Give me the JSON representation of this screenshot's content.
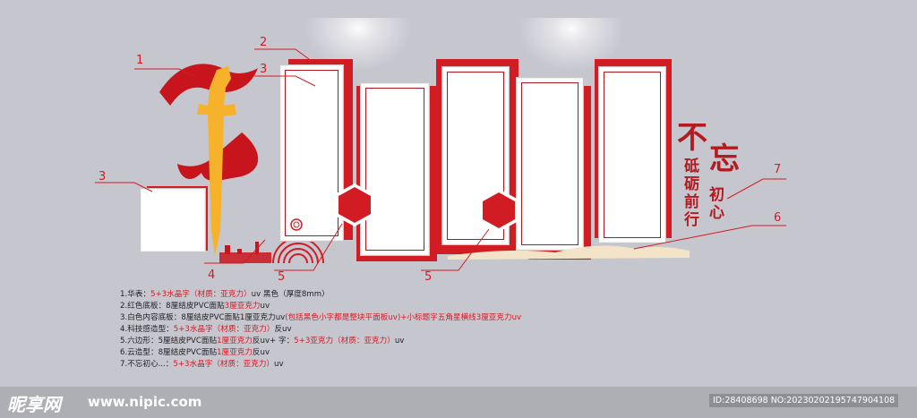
{
  "callouts": [
    "1",
    "2",
    "3",
    "3",
    "4",
    "5",
    "5",
    "6",
    "7"
  ],
  "slogan": {
    "big_top": "不",
    "big_side": "忘",
    "col_mid": "砥砺前行",
    "col_right": "初心"
  },
  "legend": [
    {
      "black": "1.华表：",
      "red": "5+3水晶字（材质：亚克力）",
      "tail": "uv 黑色（厚度8mm）"
    },
    {
      "black": "2.红色底板：8厘结皮PVC面贴",
      "red": "3厘亚克力",
      "tail": "uv"
    },
    {
      "black": "3.白色内容底板：8厘结皮PVC面贴1厘亚克力uv",
      "red": "(包括黑色小字都是整块平面板uv)+小标题字五角星横线3厘亚克力uv",
      "tail": ""
    },
    {
      "black": "4.科技感造型：",
      "red": "5+3水晶字（材质：亚克力）",
      "tail": "反uv"
    },
    {
      "black": "5.六边形：5厘结皮PVC面贴",
      "red": "1厘亚克力",
      "tail": "反uv+ 字：",
      "red2": "5+3亚克力（材质：亚克力）",
      "tail2": "uv"
    },
    {
      "black": "6.云造型：8厘结皮PVC面贴",
      "red": "1厘亚克力",
      "tail": "反uv"
    },
    {
      "black": "7.不忘初心...：",
      "red": "5+3水晶字（材质：亚克力）",
      "tail": "uv"
    }
  ],
  "watermark": {
    "logo": "昵享网",
    "url": "www.nipic.com",
    "id_text": "ID:28408698 NO:20230202195747904108"
  },
  "colors": {
    "background": "#c6c6cf",
    "red": "#d21c24",
    "gold": "#f5b22a"
  }
}
